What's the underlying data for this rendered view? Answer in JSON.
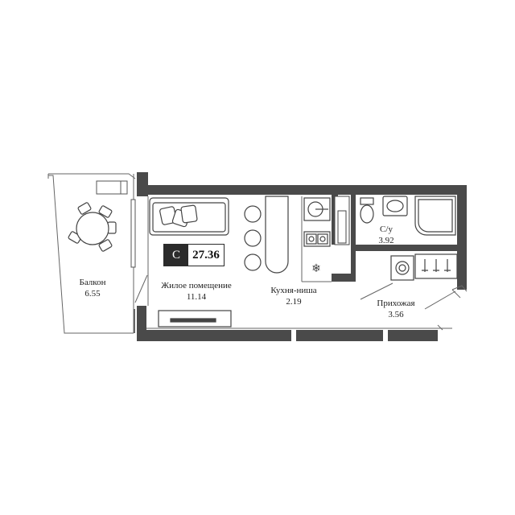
{
  "apartment": {
    "type_label": "С",
    "total_area": "27.36"
  },
  "rooms": [
    {
      "name": "Балкон",
      "area": "6.55"
    },
    {
      "name": "Жилое помещение",
      "area": "11.14"
    },
    {
      "name": "Кухня-ниша",
      "area": "2.19"
    },
    {
      "name": "С/у",
      "area": "3.92"
    },
    {
      "name": "Прихожая",
      "area": "3.56"
    }
  ],
  "colors": {
    "wall": "#4a4a4a",
    "line": "#555555",
    "badge_dark": "#2b2b2b"
  },
  "icons": [
    "sofa-icon",
    "dining-table-icon",
    "chair-icon",
    "ac-unit-icon",
    "bar-stool-icon",
    "stove-icon",
    "sink-icon",
    "fridge-icon",
    "toilet-icon",
    "washbasin-icon",
    "shower-icon",
    "washing-machine-icon",
    "wardrobe-icon",
    "tv-stand-icon"
  ]
}
